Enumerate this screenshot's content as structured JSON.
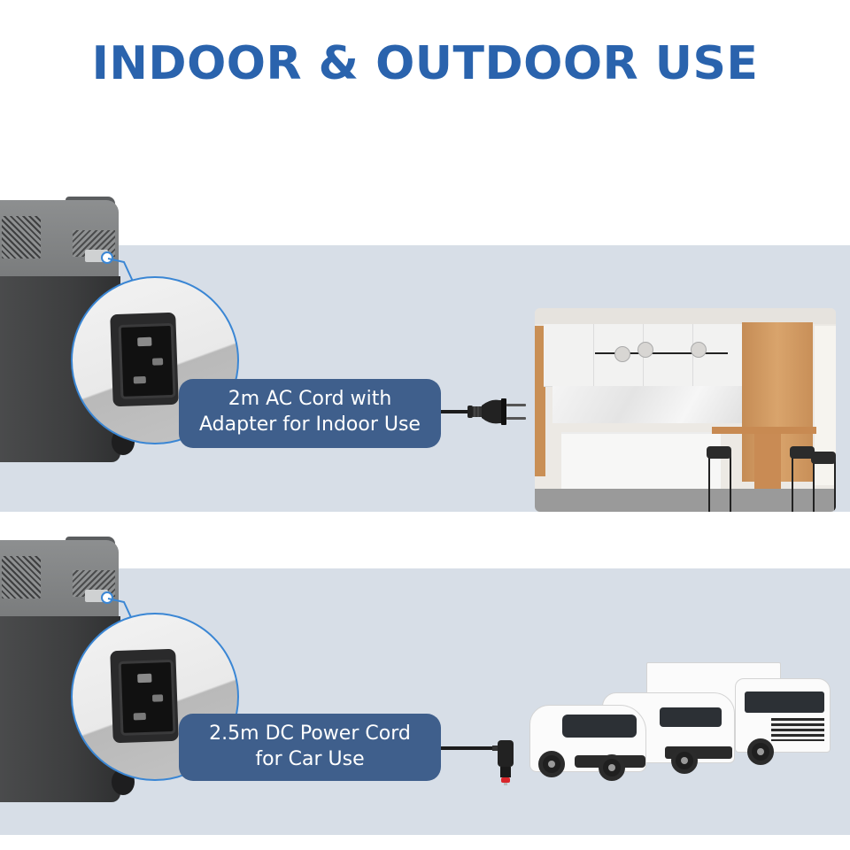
{
  "header": {
    "title": "INDOOR & OUTDOOR USE",
    "title_color": "#2a63ad"
  },
  "panels": [
    {
      "id": "indoor",
      "callout_line1": "2m AC Cord with",
      "callout_line2": "Adapter for Indoor Use",
      "plug_icon": "ac-two-pin-plug-icon",
      "scene": "kitchen-photo"
    },
    {
      "id": "outdoor",
      "callout_line1": "2.5m DC Power Cord",
      "callout_line2": "for Car Use",
      "plug_icon": "car-cigarette-plug-icon",
      "scene": "vehicles-photo"
    }
  ],
  "colors": {
    "band": "#d7dee7",
    "callout_bg": "#3f5f8c",
    "accent_line": "#3a86d4"
  }
}
